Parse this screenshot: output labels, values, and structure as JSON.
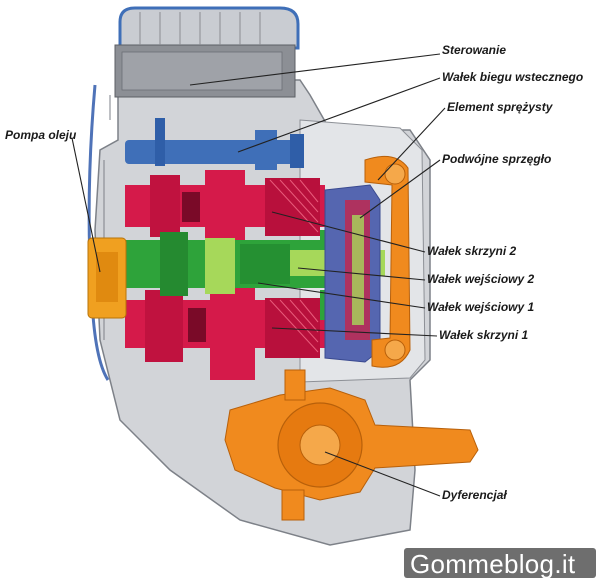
{
  "labels": {
    "sterowanie": "Sterowanie",
    "walek_biegu_wstecznego": "Wałek biegu wstecznego",
    "element_sprezysty": "Element   sprężysty",
    "podwojne_sprzeglo": "Podwójne   sprzęgło",
    "pompa_oleju": "Pompa oleju",
    "walek_skrzyni_2": "Wałek   skrzyni   2",
    "walek_wejsciowy_2": "Wałek wejściowy 2",
    "walek_wejsciowy_1": "Wałek wejściowy 1",
    "walek_skrzyni_1": "Wałek skrzyni 1",
    "dyferencjal": "Dyferencjał"
  },
  "watermark": "Gommeblog.it",
  "colors": {
    "housing": "#d2d4d8",
    "control_unit": "#8c8f95",
    "reverse_shaft": "#3f6fb8",
    "gear_shafts": "#d51a4a",
    "input_shafts": "#2ea33a",
    "input_shaft_light": "#a6d85a",
    "oil_pump": "#f0a020",
    "clutch_parts": "#f08a1e",
    "differential": "#f08a1e"
  }
}
